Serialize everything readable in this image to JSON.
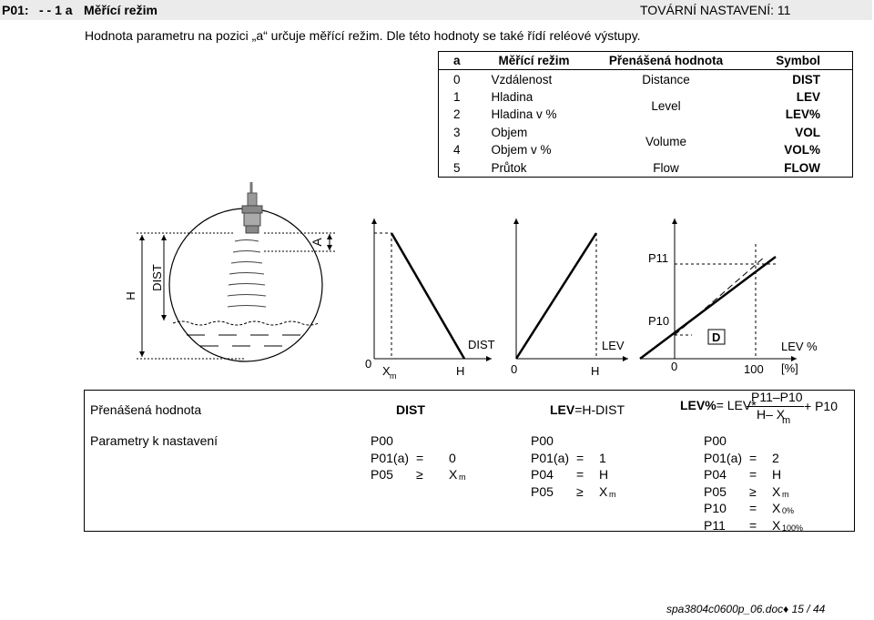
{
  "header": {
    "param_code": "P01:",
    "param_mode": "- - 1 a",
    "param_name": "Měřící režim",
    "factory_label": "TOVÁRNÍ NASTAVENÍ: 11"
  },
  "intro_text": "Hodnota parametru na pozici „a“ určuje měřící režim. Dle této hodnoty se také řídí reléové výstupy.",
  "mode_table": {
    "headers": [
      "a",
      "Měřící režim",
      "Přenášená hodnota",
      "Symbol"
    ],
    "rows": [
      {
        "a": "0",
        "mode": "Vzdálenost",
        "value": "Distance",
        "symbol": "DIST"
      },
      {
        "a": "1",
        "mode": "Hladina",
        "value": "Level",
        "symbol": "LEV"
      },
      {
        "a": "2",
        "mode": "Hladina v %",
        "value": "",
        "symbol": "LEV%"
      },
      {
        "a": "3",
        "mode": "Objem",
        "value": "Volume",
        "symbol": "VOL"
      },
      {
        "a": "4",
        "mode": "Objem v %",
        "value": "",
        "symbol": "VOL%"
      },
      {
        "a": "5",
        "mode": "Průtok",
        "value": "Flow",
        "symbol": "FLOW"
      }
    ]
  },
  "diagram": {
    "tank": {
      "h_label": "H",
      "dist_label": "DIST",
      "a_label": "A"
    },
    "graph1": {
      "x0": "0",
      "xm": "X",
      "xm_sub": "m",
      "xh": "H",
      "ylabel": "DIST"
    },
    "graph2": {
      "x0": "0",
      "xh": "H",
      "ylabel": "LEV"
    },
    "graph3": {
      "x0": "0",
      "x100": "100",
      "unit": "[%]",
      "ylabel": "LEV %",
      "p11": "P11",
      "p10": "P10",
      "d": "D"
    }
  },
  "bottom": {
    "row1_label": "Přenášená hodnota",
    "col1_title": "DIST",
    "col2_title": "LEV=H-DIST",
    "col3_formula": {
      "lhs": "LEV%",
      "eq": "= LEV*",
      "num": "P11–P10",
      "den": "H– X",
      "den_sub": "m",
      "plus": "+ P10"
    },
    "row2_label": "Parametry k nastavení",
    "col1_params": [
      {
        "p": "P00",
        "op": "",
        "v": "",
        "sub": ""
      },
      {
        "p": "P01(a)",
        "op": "=",
        "v": "0",
        "sub": ""
      },
      {
        "p": "P05",
        "op": "≥",
        "v": "X",
        "sub": "m"
      }
    ],
    "col2_params": [
      {
        "p": "P00",
        "op": "",
        "v": "",
        "sub": ""
      },
      {
        "p": "P01(a)",
        "op": "=",
        "v": "1",
        "sub": ""
      },
      {
        "p": "P04",
        "op": "=",
        "v": "H",
        "sub": ""
      },
      {
        "p": "P05",
        "op": "≥",
        "v": "X",
        "sub": "m"
      }
    ],
    "col3_params": [
      {
        "p": "P00",
        "op": "",
        "v": "",
        "sub": ""
      },
      {
        "p": "P01(a)",
        "op": "=",
        "v": "2",
        "sub": ""
      },
      {
        "p": "P04",
        "op": "=",
        "v": "H",
        "sub": ""
      },
      {
        "p": "P05",
        "op": "≥",
        "v": "X",
        "sub": "m"
      },
      {
        "p": "P10",
        "op": "=",
        "v": "X",
        "sub": "0%"
      },
      {
        "p": "P11",
        "op": "=",
        "v": "X",
        "sub": "100%"
      }
    ]
  },
  "footer": {
    "doc": "spa3804c0600p_06.doc",
    "diamond": "♦",
    "page": "15 / 44"
  }
}
